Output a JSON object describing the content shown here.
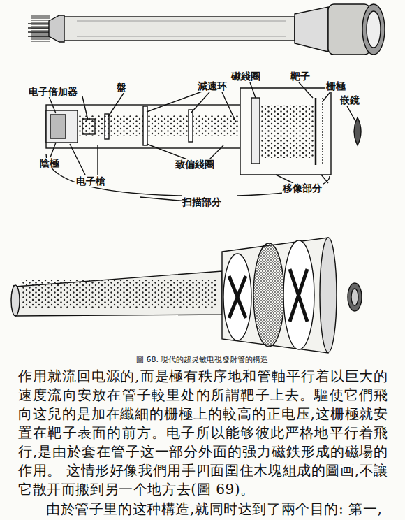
{
  "diagram": {
    "caption": "圖 68. 現代的超灵敏电視發射管的構造",
    "labels": [
      "磁綫圈",
      "靶子",
      "栅極",
      "嵌鏡",
      "电子倍加器",
      "盤",
      "減速环",
      "陰極",
      "电子槍",
      "致偏綫圈",
      "移像部分",
      "扫描部分",
      "作用就流回电源的,而是極有秩序地和管軸平行着以巨大的速度流向安放在管子較里处的所謂靶子上去。驅使它們飛向这兒的是加在纖細的栅極上的較高的正电压,这栅極就安置在靶子表面的前方。电子所以能够彼此严格地平行着飛行,是由於套在管子这一部分外面的强力磁鉄形成的磁場的作用。 这情形好像我們用手四面圍住木塊組成的圖画,不讓它散开而搬到另一个地方去(圖 69)。",
      "由於管子里的这种構造,就同时达到了兩个目的: 第一,"
    ]
  }
}
